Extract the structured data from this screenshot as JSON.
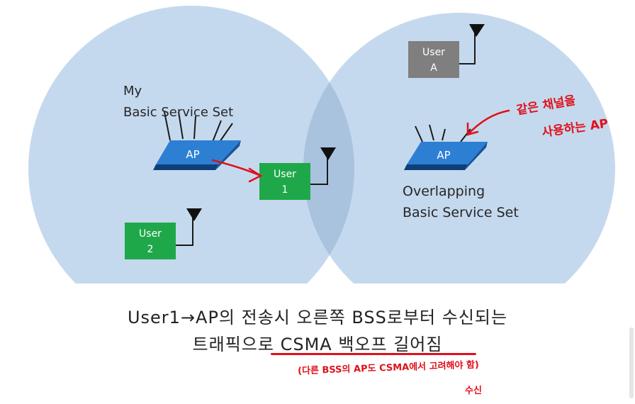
{
  "diagram": {
    "my_bss_label_line1": "My",
    "my_bss_label_line2": "Basic Service Set",
    "obss_label_line1": "Overlapping",
    "obss_label_line2": "Basic Service Set",
    "ap_left": "AP",
    "ap_right": "AP",
    "user_a": {
      "line1": "User",
      "line2": "A"
    },
    "user_1": {
      "line1": "User",
      "line2": "1"
    },
    "user_2": {
      "line1": "User",
      "line2": "2"
    }
  },
  "caption": {
    "line1": "User1→AP의 전송시 오른쪽 BSS로부터 수신되는",
    "line2_prefix": "트래픽으로 ",
    "line2_highlight": "CSMA 백오프 길어짐"
  },
  "handwritten": {
    "note_top_line1": "같은 채널을",
    "note_top_line2": "사용하는 AP",
    "note_bottom": "(다른 BSS의 AP도 CSMA에서 고려해야 함)",
    "note_bottom_sub": "수신"
  },
  "colors": {
    "circle_fill": "#c5d9ee",
    "overlap_fill": "#a9c3df",
    "ap_blue": "#1f6fc4",
    "user_green": "#1fa84a",
    "user_gray": "#7f7f7f",
    "annotation_red": "#e0101a"
  }
}
